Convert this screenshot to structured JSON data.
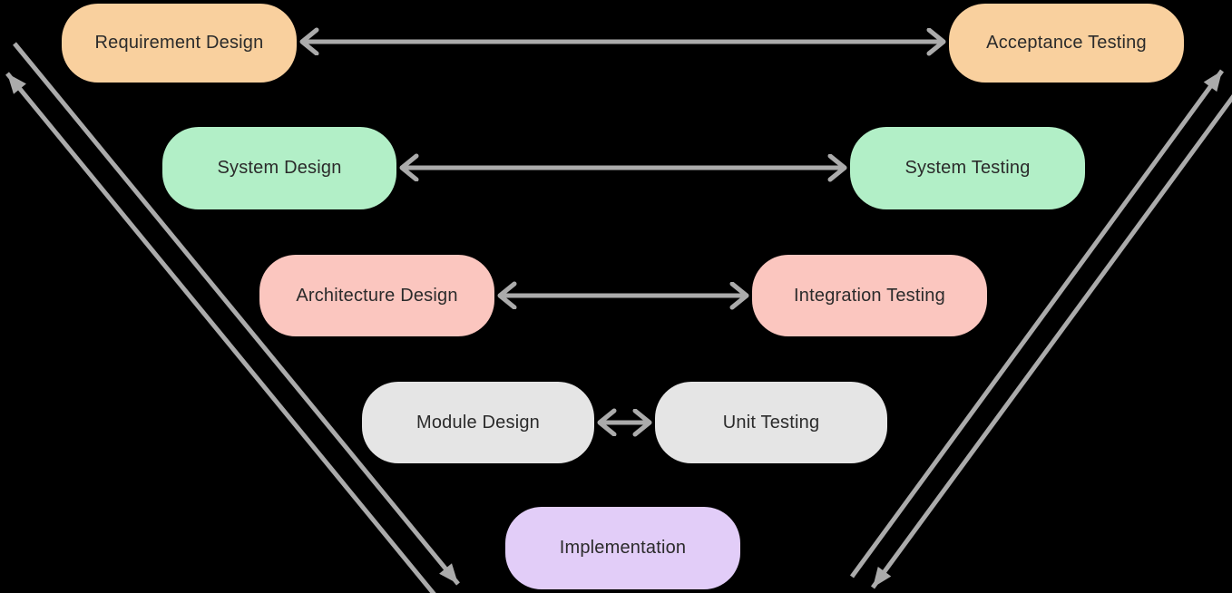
{
  "canvas": {
    "background": "#000000",
    "arrow_color": "#ababab",
    "text_color": "#2b2b2b"
  },
  "nodes": [
    {
      "id": "requirement-design",
      "label": "Requirement Design",
      "color": "#f9d09e"
    },
    {
      "id": "acceptance-testing",
      "label": "Acceptance Testing",
      "color": "#f9d09e"
    },
    {
      "id": "system-design",
      "label": "System Design",
      "color": "#b2efc7"
    },
    {
      "id": "system-testing",
      "label": "System Testing",
      "color": "#b2efc7"
    },
    {
      "id": "architecture-design",
      "label": "Architecture Design",
      "color": "#fbc6bf"
    },
    {
      "id": "integration-testing",
      "label": "Integration Testing",
      "color": "#fbc6bf"
    },
    {
      "id": "module-design",
      "label": "Module Design",
      "color": "#e5e5e5"
    },
    {
      "id": "unit-testing",
      "label": "Unit Testing",
      "color": "#e5e5e5"
    },
    {
      "id": "implementation",
      "label": "Implementation",
      "color": "#e2cdf8"
    }
  ],
  "edges": [
    {
      "from": "requirement-design",
      "to": "acceptance-testing",
      "style": "double-headed-horizontal"
    },
    {
      "from": "system-design",
      "to": "system-testing",
      "style": "double-headed-horizontal"
    },
    {
      "from": "architecture-design",
      "to": "integration-testing",
      "style": "double-headed-horizontal"
    },
    {
      "from": "module-design",
      "to": "unit-testing",
      "style": "double-headed-horizontal"
    },
    {
      "side": "left",
      "direction": "descending",
      "style": "diagonal-arrow",
      "arrowhead": "bottom-right"
    },
    {
      "side": "left",
      "direction": "ascending",
      "style": "diagonal-arrow",
      "arrowhead": "top-left"
    },
    {
      "side": "right",
      "direction": "ascending",
      "style": "diagonal-arrow",
      "arrowhead": "top-right"
    },
    {
      "side": "right",
      "direction": "descending",
      "style": "diagonal-arrow",
      "arrowhead": "bottom-left"
    }
  ]
}
